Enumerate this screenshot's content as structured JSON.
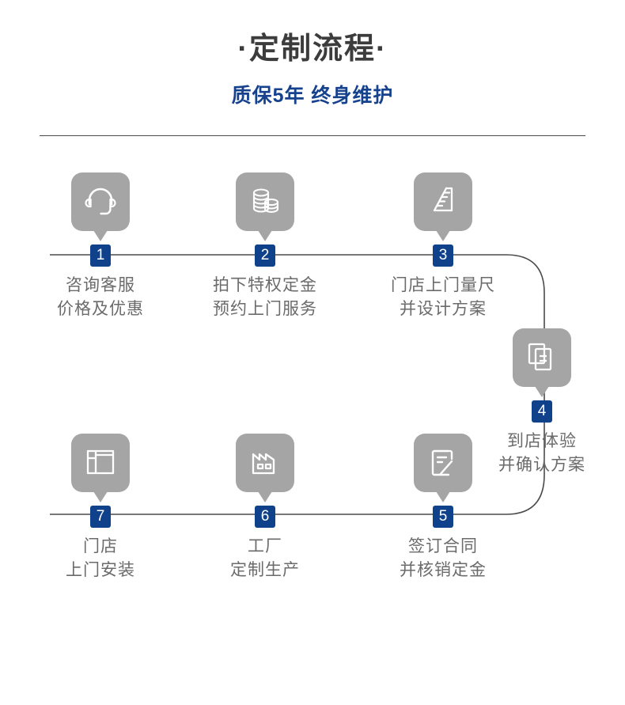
{
  "header": {
    "title": "·定制流程·",
    "subtitle": "质保5年  终身维护"
  },
  "colors": {
    "title": "#3c3c3c",
    "subtitle_blue": "#16418c",
    "badge_blue": "#10428c",
    "icon_gray": "#a5a5a5",
    "caption_gray": "#6b6b6b",
    "line_gray": "#4a4a4a"
  },
  "steps": [
    {
      "number": "1",
      "icon": "headset-icon",
      "caption_line1": "咨询客服",
      "caption_line2": "价格及优惠"
    },
    {
      "number": "2",
      "icon": "coins-stack-icon",
      "caption_line1": "拍下特权定金",
      "caption_line2": "预约上门服务"
    },
    {
      "number": "3",
      "icon": "ruler-icon",
      "caption_line1": "门店上门量尺",
      "caption_line2": "并设计方案"
    },
    {
      "number": "4",
      "icon": "documents-icon",
      "caption_line1": "到店体验",
      "caption_line2": "并确认方案"
    },
    {
      "number": "5",
      "icon": "contract-sign-icon",
      "caption_line1": "签订合同",
      "caption_line2": "并核销定金"
    },
    {
      "number": "6",
      "icon": "factory-icon",
      "caption_line1": "工厂",
      "caption_line2": "定制生产"
    },
    {
      "number": "7",
      "icon": "cabinet-layout-icon",
      "caption_line1": "门店",
      "caption_line2": "上门安装"
    }
  ]
}
